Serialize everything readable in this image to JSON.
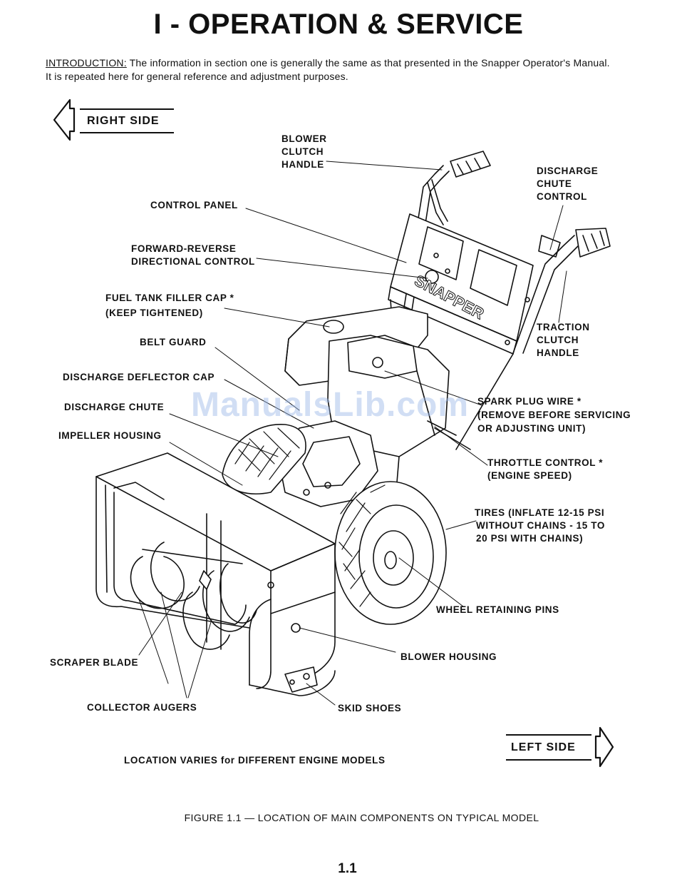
{
  "page": {
    "title": "I - OPERATION & SERVICE",
    "intro_lead": "INTRODUCTION:",
    "intro_text": " The information in section one is generally the same as that presented in the Snapper Operator's Manual. It is repeated here for general reference and adjustment purposes.",
    "right_side": "RIGHT SIDE",
    "left_side": "LEFT SIDE",
    "note": "LOCATION VARIES for DIFFERENT ENGINE MODELS",
    "caption": "FIGURE 1.1 — LOCATION OF MAIN COMPONENTS ON TYPICAL MODEL",
    "page_number": "1.1",
    "watermark": "ManualsLib.com",
    "brand_on_machine": "SNAPPER"
  },
  "labels": {
    "blower_clutch_1": "BLOWER",
    "blower_clutch_2": "CLUTCH",
    "blower_clutch_3": "HANDLE",
    "chute_control_1": "DISCHARGE",
    "chute_control_2": "CHUTE",
    "chute_control_3": "CONTROL",
    "control_panel": "CONTROL PANEL",
    "fwd_rev_1": "FORWARD-REVERSE",
    "fwd_rev_2": "DIRECTIONAL CONTROL",
    "fuel_cap_1": "FUEL TANK FILLER CAP *",
    "fuel_cap_2": "(KEEP TIGHTENED)",
    "belt_guard": "BELT GUARD",
    "traction_1": "TRACTION",
    "traction_2": "CLUTCH",
    "traction_3": "HANDLE",
    "deflector_cap": "DISCHARGE DEFLECTOR CAP",
    "discharge_chute": "DISCHARGE CHUTE",
    "spark_1": "SPARK PLUG WIRE *",
    "spark_2": "(REMOVE BEFORE SERVICING",
    "spark_3": "OR ADJUSTING UNIT)",
    "impeller_housing": "IMPELLER HOUSING",
    "throttle_1": "THROTTLE CONTROL *",
    "throttle_2": "(ENGINE SPEED)",
    "tires_1": "TIRES (INFLATE 12-15 PSI",
    "tires_2": "WITHOUT CHAINS - 15 TO",
    "tires_3": "20 PSI WITH CHAINS)",
    "wheel_pins": "WHEEL RETAINING PINS",
    "scraper_blade": "SCRAPER BLADE",
    "blower_housing": "BLOWER HOUSING",
    "collector_augers": "COLLECTOR AUGERS",
    "skid_shoes": "SKID SHOES"
  }
}
